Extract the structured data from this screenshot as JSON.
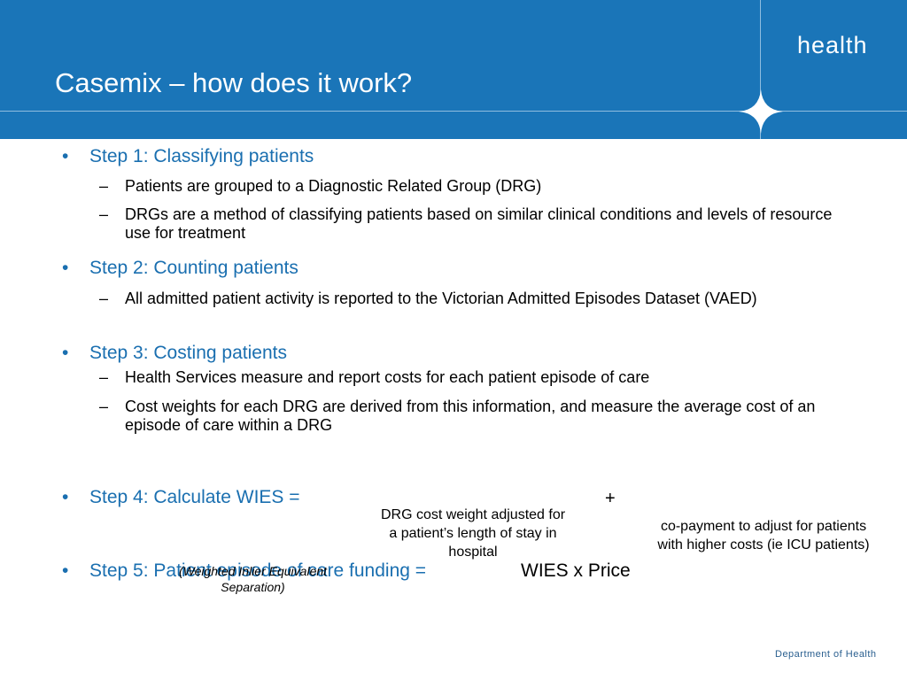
{
  "header": {
    "title": "Casemix – how does it work?",
    "brand": "health",
    "color": "#1a75b8"
  },
  "steps": [
    {
      "label": "Step 1: Classifying patients",
      "subs": [
        "Patients are grouped to a Diagnostic Related Group (DRG)",
        "DRGs are a method of classifying patients based on similar clinical conditions and levels of resource use for treatment"
      ]
    },
    {
      "label": "Step 2: Counting patients",
      "subs": [
        "All admitted patient activity is reported to the Victorian Admitted Episodes Dataset (VAED)"
      ]
    },
    {
      "label": "Step 3: Costing patients",
      "subs": [
        "Health Services measure and report costs for each patient episode of care",
        "Cost weights for each DRG are derived from this information, and measure the average cost of an episode of care within a DRG"
      ]
    },
    {
      "label": "Step 4: Calculate WIES ="
    },
    {
      "label": "Step 5: Patient episode of care funding  ="
    }
  ],
  "bullet_symbol": "•",
  "dash_symbol": "–",
  "formula": {
    "plus": "+",
    "term1": "DRG cost weight adjusted for a patient’s length of stay in hospital",
    "term2": "co-payment to adjust for patients with higher costs (ie ICU patients)",
    "wies_note": "(Weighted Inlier Equivalent Separation)",
    "funding_rhs": "WIES  x  Price"
  },
  "footer": {
    "department": "Department of Health"
  }
}
